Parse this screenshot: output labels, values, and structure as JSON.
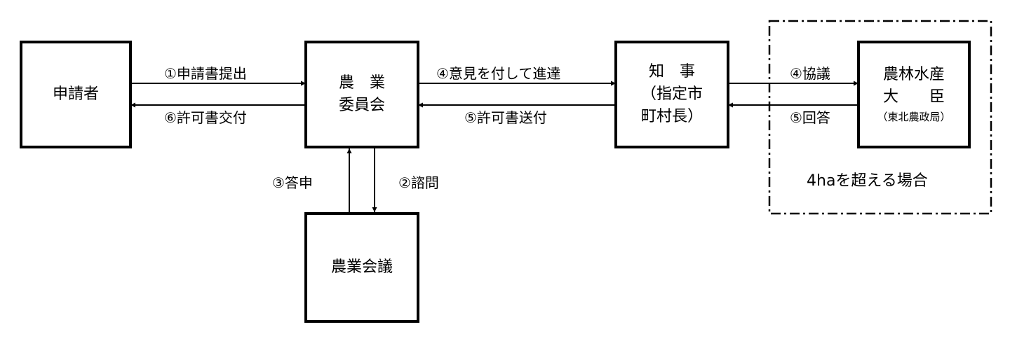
{
  "nodes": {
    "applicant": {
      "lines": [
        "申請者"
      ]
    },
    "committee": {
      "lines": [
        "農　業",
        "委員会"
      ]
    },
    "governor": {
      "lines": [
        "知　事",
        "（指定市",
        "町村長）"
      ]
    },
    "minister": {
      "lines": [
        "農林水産",
        "大　　臣"
      ],
      "sub": "（東北農政局）"
    },
    "council": {
      "lines": [
        "農業会議"
      ]
    }
  },
  "edges": {
    "submit": "①申請書提出",
    "inquiry": "②諮問",
    "report": "③答申",
    "forward_opinion": "④意見を付して進達",
    "consult": "④協議",
    "permit_send": "⑤許可書送付",
    "answer": "⑤回答",
    "permit_issue": "⑥許可書交付"
  },
  "group": {
    "caption": "4haを超える場合"
  },
  "colors": {
    "line": "#000000",
    "background": "#ffffff"
  }
}
